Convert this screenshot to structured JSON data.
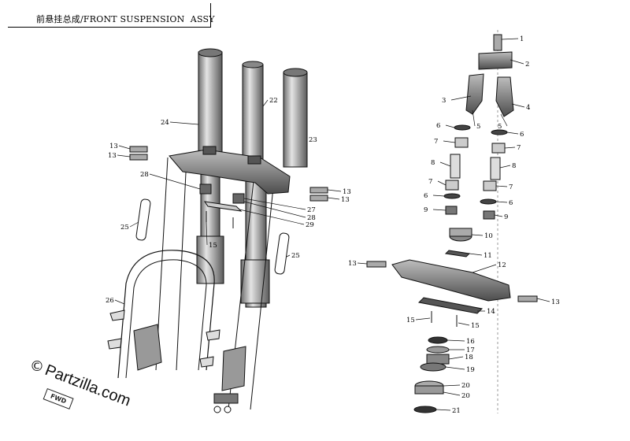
{
  "title": "前悬挂总成/FRONT SUSPENSION  ASSY",
  "watermark": {
    "symbol": "©",
    "text": "Partzilla.com",
    "badge": "FWD"
  },
  "callouts": {
    "c1": "1",
    "c2": "2",
    "c3": "3",
    "c4": "4",
    "c5a": "5",
    "c5b": "5",
    "c6a": "6",
    "c6b": "6",
    "c6c": "6",
    "c6d": "6",
    "c7a": "7",
    "c7b": "7",
    "c7c": "7",
    "c7d": "7",
    "c8a": "8",
    "c8b": "8",
    "c9a": "9",
    "c9b": "9",
    "c10": "10",
    "c11": "11",
    "c12": "12",
    "c13a": "13",
    "c13b": "13",
    "c13c": "13",
    "c13d": "13",
    "c13e": "13",
    "c13f": "13",
    "c14": "14",
    "c15a": "15",
    "c15b": "15",
    "c15c": "15",
    "c16": "16",
    "c17": "17",
    "c18": "18",
    "c19": "19",
    "c20a": "20",
    "c20b": "20",
    "c21": "21",
    "c22": "22",
    "c23": "23",
    "c24": "24",
    "c25a": "25",
    "c25b": "25",
    "c26": "26",
    "c27": "27",
    "c28a": "28",
    "c28b": "28",
    "c29": "29"
  },
  "colors": {
    "line": "#111111",
    "shade": "#8a8a8a",
    "dark": "#4a4a4a",
    "light": "#d6d6d6"
  }
}
